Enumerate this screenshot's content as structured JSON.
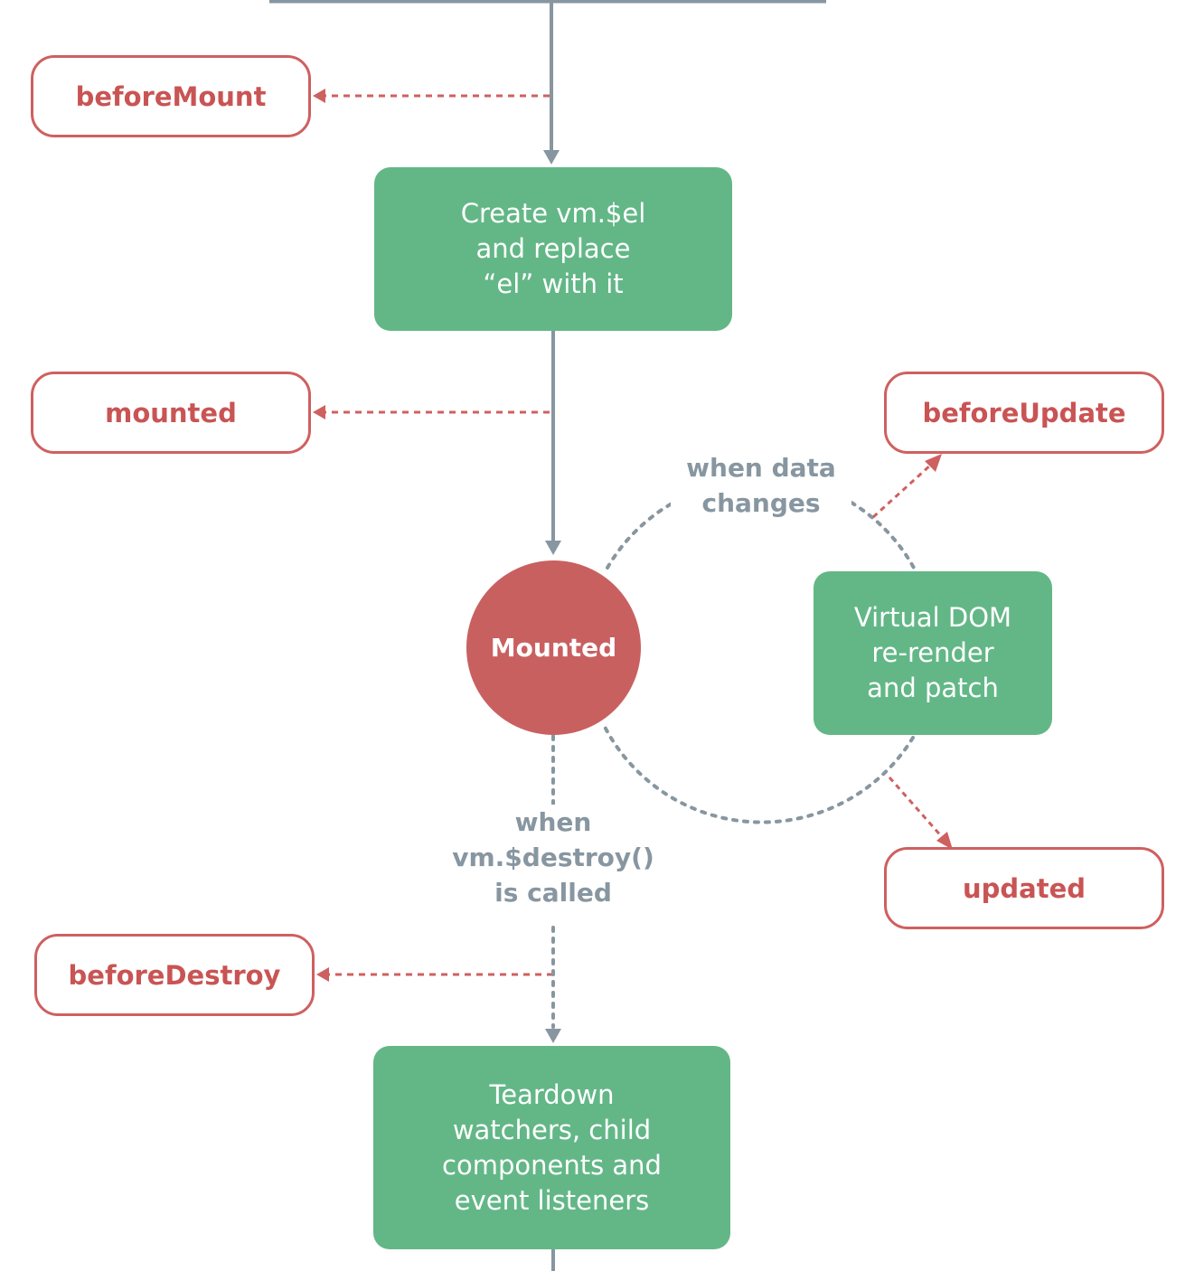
{
  "hooks": {
    "before_mount": "beforeMount",
    "mounted": "mounted",
    "before_update": "beforeUpdate",
    "updated": "updated",
    "before_destroy": "beforeDestroy"
  },
  "steps": {
    "create_el": "Create vm.$el\nand replace\n“el” with it",
    "virtual_dom": "Virtual DOM\nre-render\nand patch",
    "teardown": "Teardown\nwatchers, child\ncomponents and\nevent listeners"
  },
  "state": {
    "mounted": "Mounted"
  },
  "conditions": {
    "data_changes": "when data\nchanges",
    "destroy_called": "when\nvm.$destroy()\nis called"
  },
  "colors": {
    "hook_red": "#cf6060",
    "step_green": "#63b787",
    "state_red": "#c96060",
    "flow_gray": "#8796a0"
  }
}
